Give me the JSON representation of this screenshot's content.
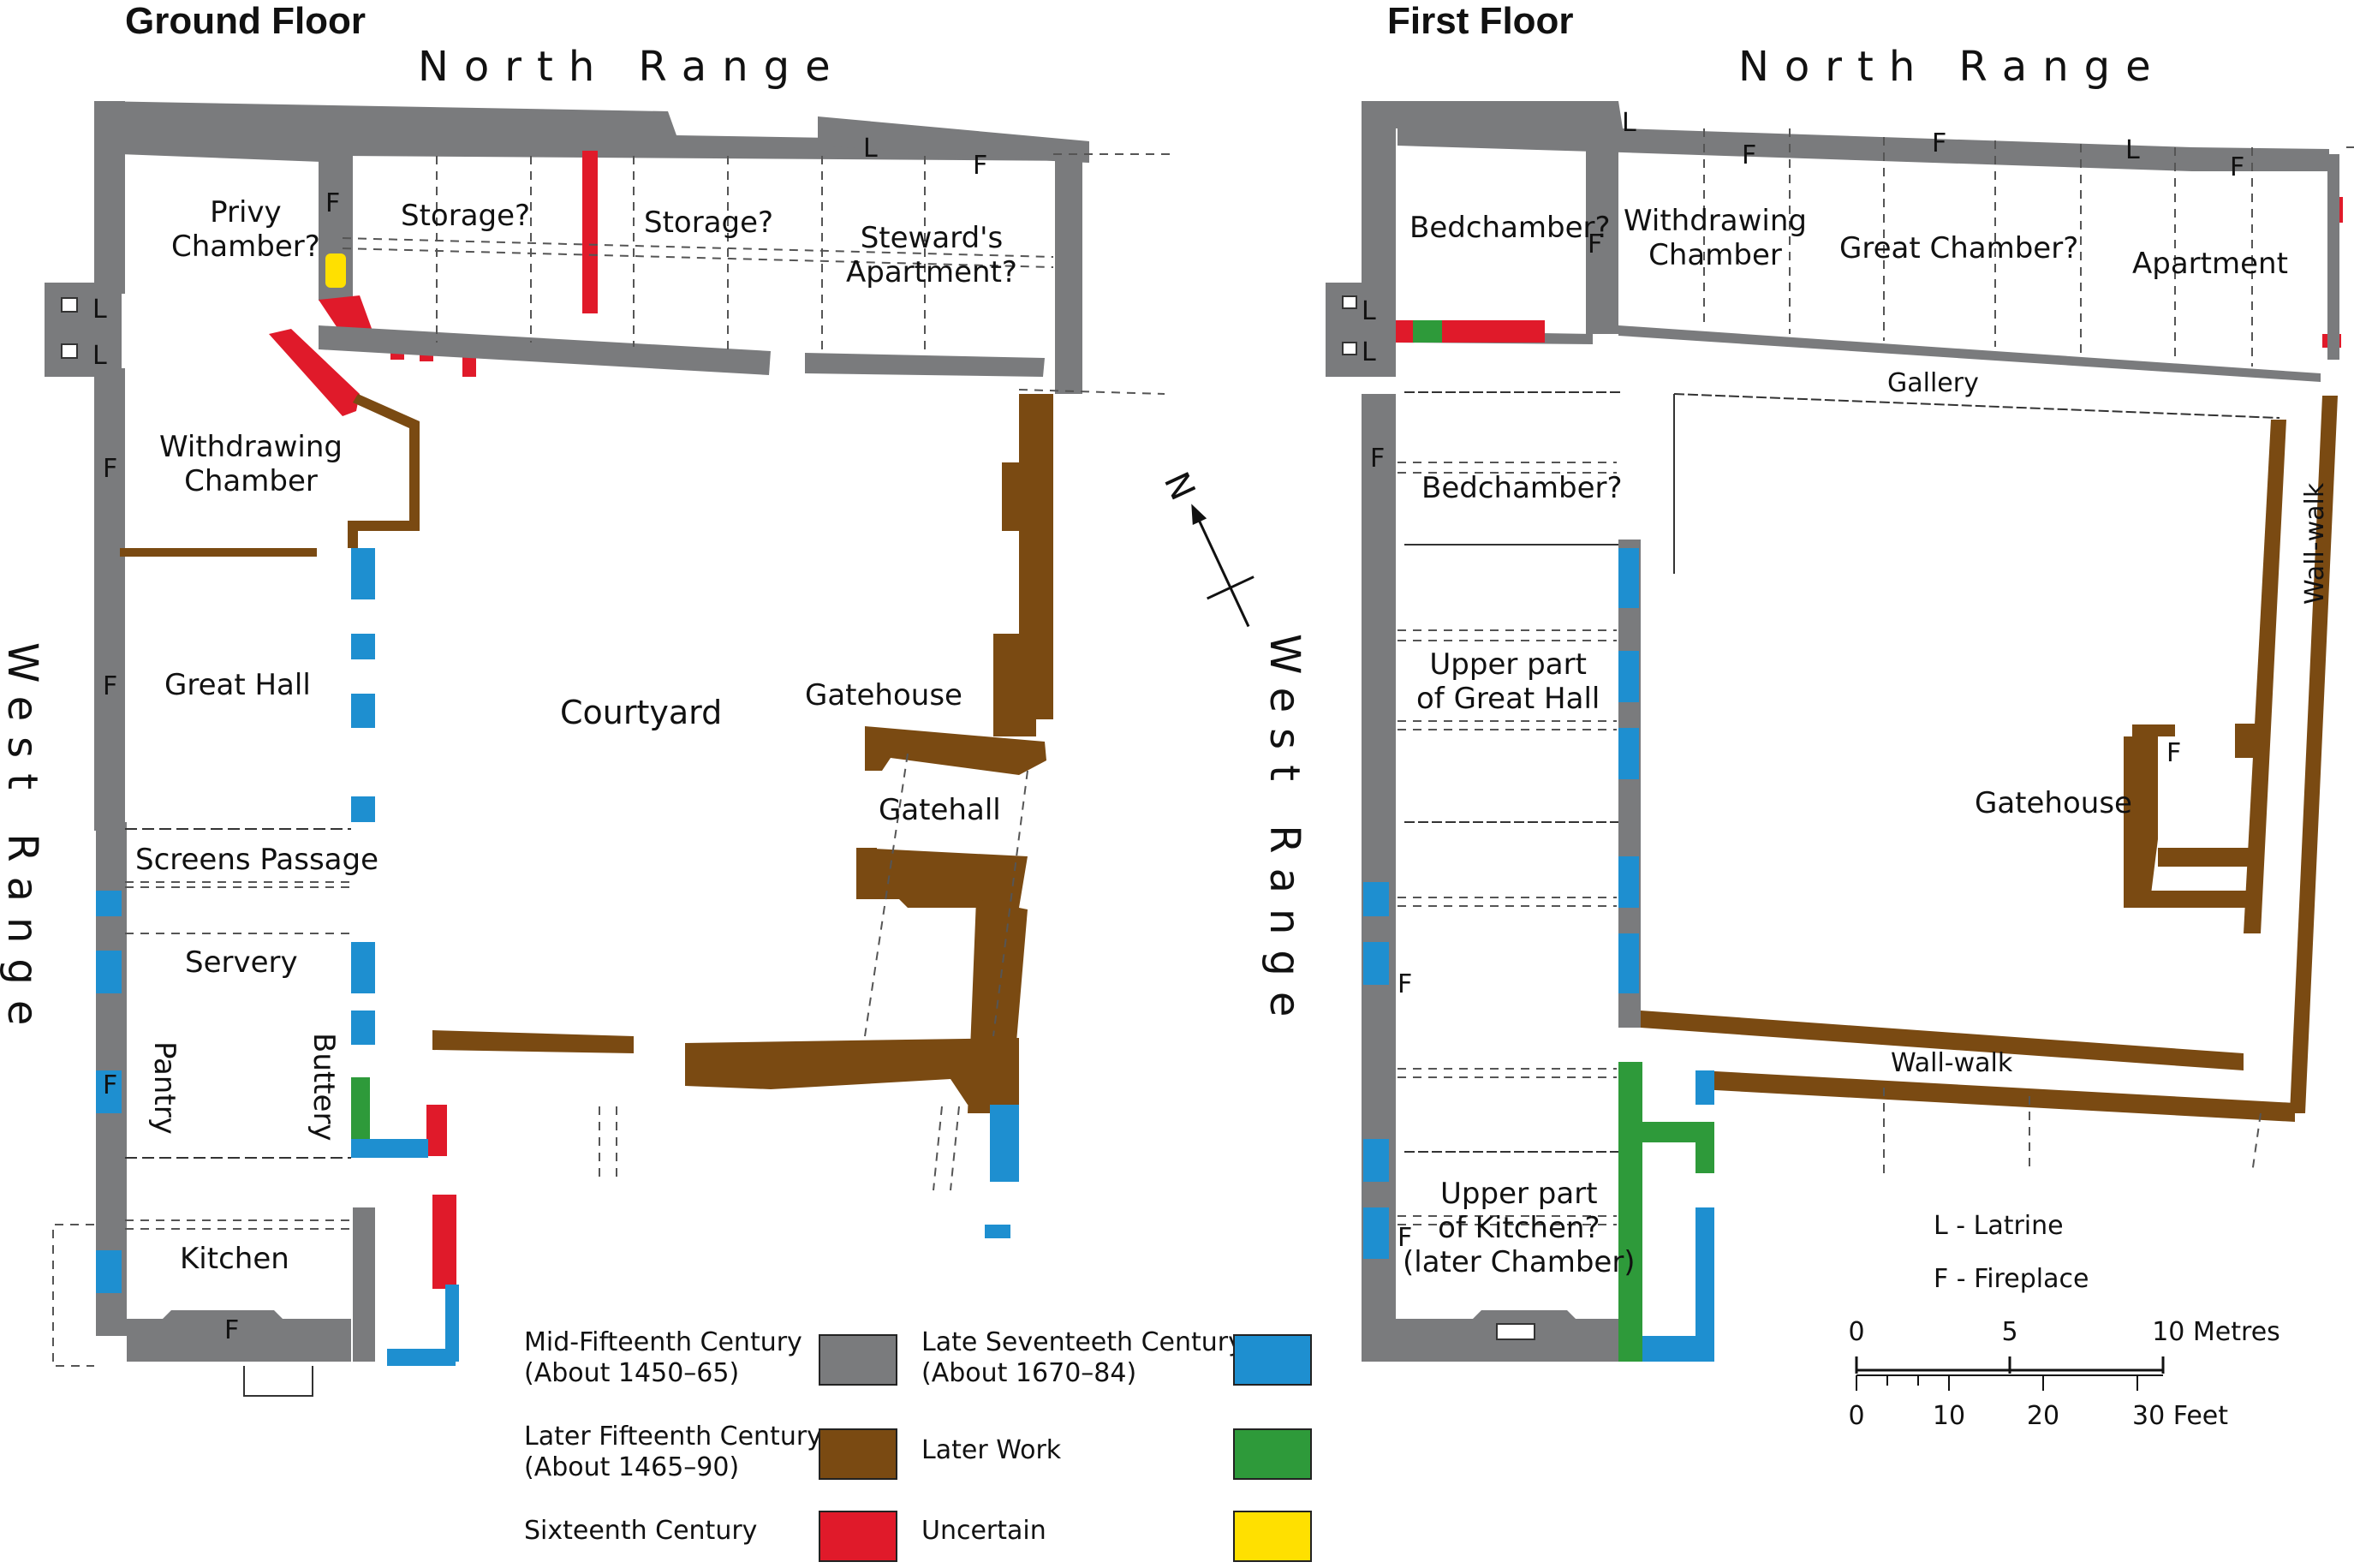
{
  "titles": {
    "ground": "Ground Floor",
    "first": "First Floor"
  },
  "ranges": {
    "ground_north": "North Range",
    "first_north": "North Range",
    "ground_west": "West Range",
    "first_west": "West Range"
  },
  "compass": {
    "label": "N"
  },
  "ground_rooms": {
    "privy": "Privy\nChamber?",
    "storage1": "Storage?",
    "storage2": "Storage?",
    "steward": "Steward's\nApartment?",
    "withdrawing": "Withdrawing\nChamber",
    "great_hall": "Great Hall",
    "courtyard": "Courtyard",
    "gatehouse": "Gatehouse",
    "gatehall": "Gatehall",
    "screens": "Screens Passage",
    "servery": "Servery",
    "pantry": "Pantry",
    "buttery": "Buttery",
    "kitchen": "Kitchen"
  },
  "first_rooms": {
    "bedchamber1": "Bedchamber?",
    "withdrawing": "Withdrawing\nChamber",
    "great_chamber": "Great Chamber?",
    "apartment": "Apartment",
    "gallery": "Gallery",
    "bedchamber2": "Bedchamber?",
    "upper_hall": "Upper part\nof Great Hall",
    "gatehouse": "Gatehouse",
    "wall_walk_east": "Wall-walk",
    "wall_walk_south": "Wall-walk",
    "upper_kitchen": "Upper part\nof Kitchen?\n(later Chamber)"
  },
  "marks": {
    "latrine": "L",
    "fireplace": "F"
  },
  "legend": {
    "items": [
      {
        "label": "Mid-Fifteenth Century\n(About 1450–65)",
        "color": "#7a7b7d"
      },
      {
        "label": "Later Fifteenth Century\n(About 1465–90)",
        "color": "#7a4a12"
      },
      {
        "label": "Sixteenth Century",
        "color": "#e01a2a"
      },
      {
        "label": "Late Seventeeth Century\n(About 1670–84)",
        "color": "#1e8fd0"
      },
      {
        "label": "Later Work",
        "color": "#2e9a3a"
      },
      {
        "label": "Uncertain",
        "color": "#ffe000"
      }
    ]
  },
  "key": {
    "latrine": "L - Latrine",
    "fireplace": "F - Fireplace"
  },
  "scale": {
    "metres_ticks": [
      "0",
      "5",
      "10 Metres"
    ],
    "feet_ticks": [
      "0",
      "10",
      "20",
      "30 Feet"
    ]
  }
}
